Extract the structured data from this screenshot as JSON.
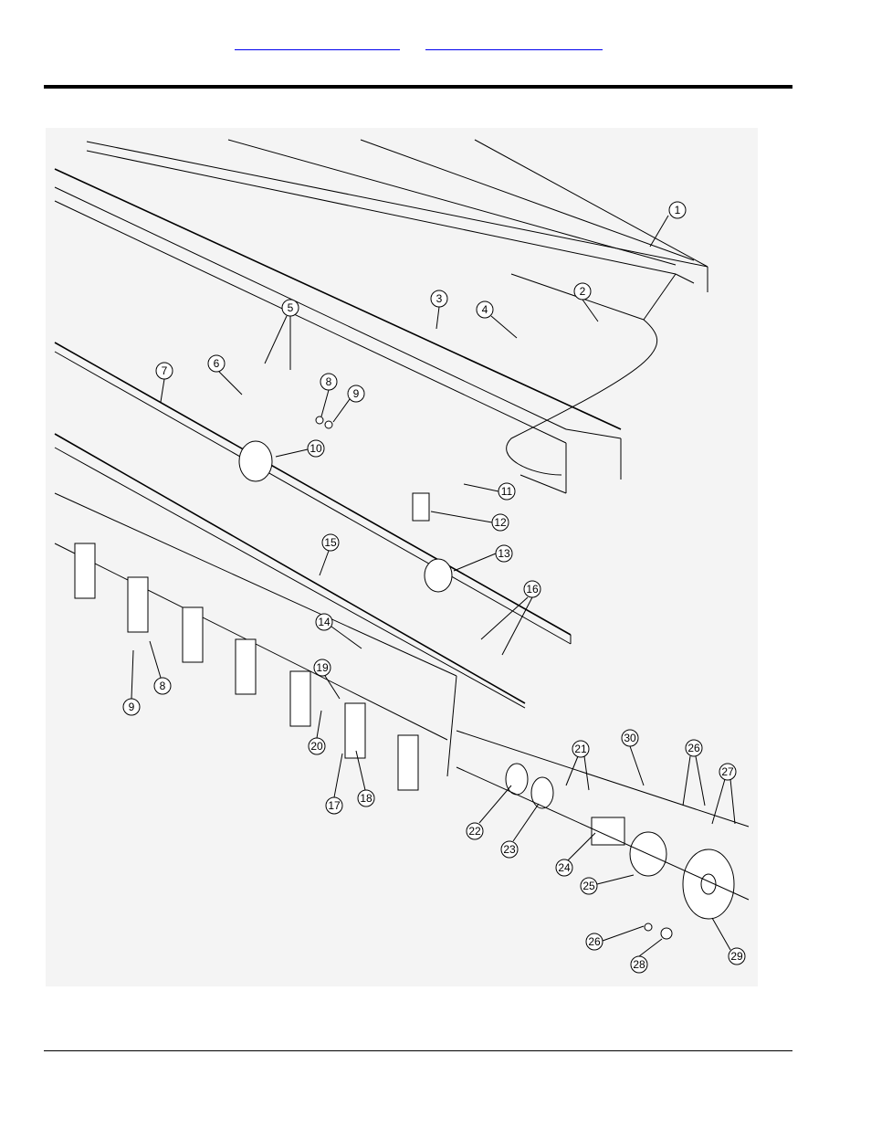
{
  "header": {
    "links": [
      {
        "label": ""
      },
      {
        "label": ""
      }
    ]
  },
  "diagram": {
    "callouts": [
      "1",
      "2",
      "3",
      "4",
      "5",
      "6",
      "7",
      "8",
      "9",
      "10",
      "11",
      "12",
      "13",
      "14",
      "15",
      "16",
      "17",
      "18",
      "19",
      "20",
      "21",
      "22",
      "23",
      "24",
      "25",
      "26",
      "27",
      "28",
      "29",
      "30",
      "8",
      "9",
      "26"
    ]
  }
}
